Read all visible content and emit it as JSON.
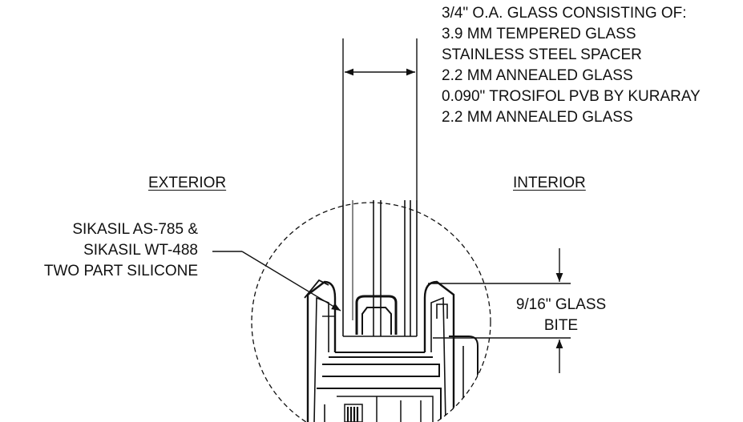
{
  "glass_spec": {
    "lines": [
      "3/4\" O.A. GLASS CONSISTING OF:",
      "3.9 MM TEMPERED GLASS",
      "STAINLESS STEEL SPACER",
      "2.2 MM ANNEALED GLASS",
      "0.090\" TROSIFOL PVB BY KURARAY",
      "2.2 MM ANNEALED GLASS"
    ]
  },
  "zones": {
    "exterior": "EXTERIOR",
    "interior": "INTERIOR"
  },
  "sealant": {
    "lines": [
      "SIKASIL AS-785 &",
      "SIKASIL WT-488",
      "TWO PART SILICONE"
    ]
  },
  "glass_bite": {
    "lines": [
      "9/16\" GLASS",
      "BITE"
    ]
  },
  "colors": {
    "ink": "#111111",
    "background": "#ffffff"
  }
}
